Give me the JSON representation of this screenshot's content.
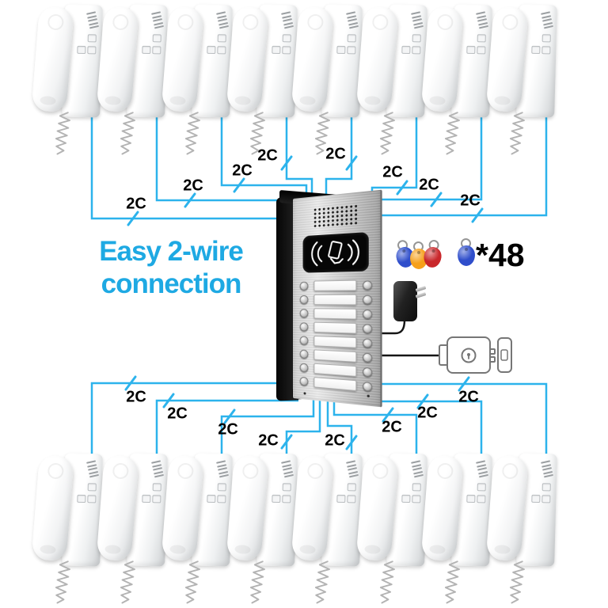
{
  "title": {
    "line1": "Easy 2-wire",
    "line2": "connection",
    "color": "#1ea9e3"
  },
  "wiring": {
    "cable_label": "2C",
    "wire_color": "#2cb3ec",
    "top_run_count": 8,
    "bottom_run_count": 8
  },
  "handsets": {
    "top_count": 8,
    "bottom_count": 8,
    "total": 16
  },
  "door_station": {
    "button_rows": 8,
    "buttons_per_row": 2,
    "name_tag_rows": 8,
    "parts": [
      "speaker-grille",
      "rfid-card-reader",
      "call-buttons",
      "name-tags"
    ]
  },
  "keyfobs": {
    "count_label": "*48",
    "colors": [
      "#2f4ecb",
      "#f6a01b",
      "#c9272b",
      "#2f4ecb"
    ]
  }
}
